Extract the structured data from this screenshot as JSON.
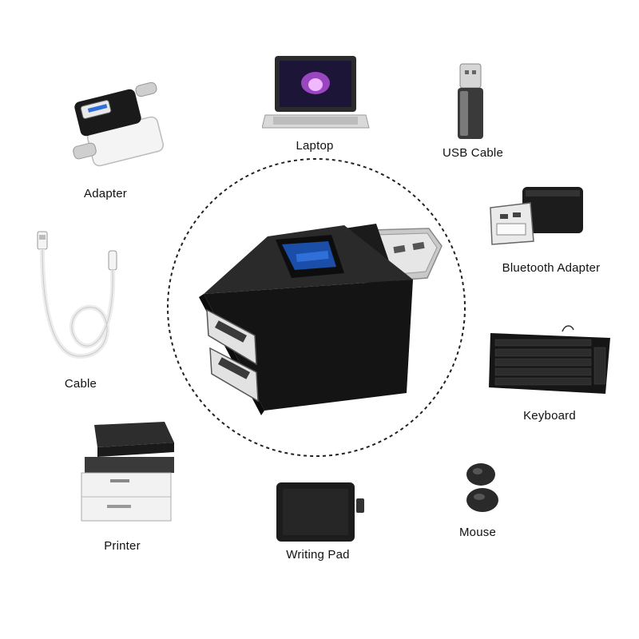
{
  "devices": [
    {
      "id": "laptop",
      "label": "Laptop",
      "icon": "laptop-icon"
    },
    {
      "id": "usb-cable",
      "label": "USB Cable",
      "icon": "usb-flash-drive-icon"
    },
    {
      "id": "adapter",
      "label": "Adapter",
      "icon": "usb-c-adapter-icon"
    },
    {
      "id": "bluetooth-adapter",
      "label": "Bluetooth Adapter",
      "icon": "bluetooth-dongle-icon"
    },
    {
      "id": "cable",
      "label": "Cable",
      "icon": "usb-cable-icon"
    },
    {
      "id": "keyboard",
      "label": "Keyboard",
      "icon": "keyboard-icon"
    },
    {
      "id": "printer",
      "label": "Printer",
      "icon": "printer-icon"
    },
    {
      "id": "writing-pad",
      "label": "Writing Pad",
      "icon": "drawing-tablet-icon"
    },
    {
      "id": "mouse",
      "label": "Mouse",
      "icon": "mouse-icon"
    }
  ],
  "center": {
    "icon": "usb-hub-icon",
    "port_count": 3
  }
}
